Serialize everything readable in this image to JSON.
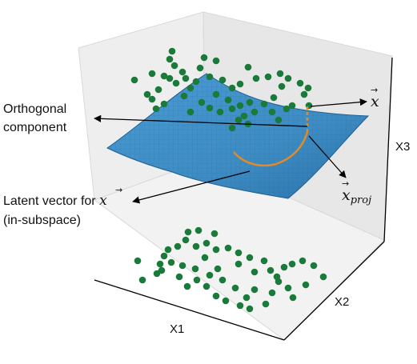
{
  "axes": {
    "x1_label": "X1",
    "x2_label": "X2",
    "x3_label": "X3"
  },
  "annotations": {
    "orthogonal_line1": "Orthogonal",
    "orthogonal_line2": "component",
    "latent_line1": "Latent vector for ",
    "latent_symbol": "x",
    "latent_line2": "(in-subspace)",
    "x_symbol": "x",
    "xproj_symbol": "x",
    "xproj_subscript": "proj"
  },
  "colors": {
    "points": "#1a7a3a",
    "surface": "#3d8cc4",
    "surface_dark": "#1f5f92",
    "curve": "#e08a2a",
    "pane": "#ededed",
    "arrow": "#000000"
  }
}
